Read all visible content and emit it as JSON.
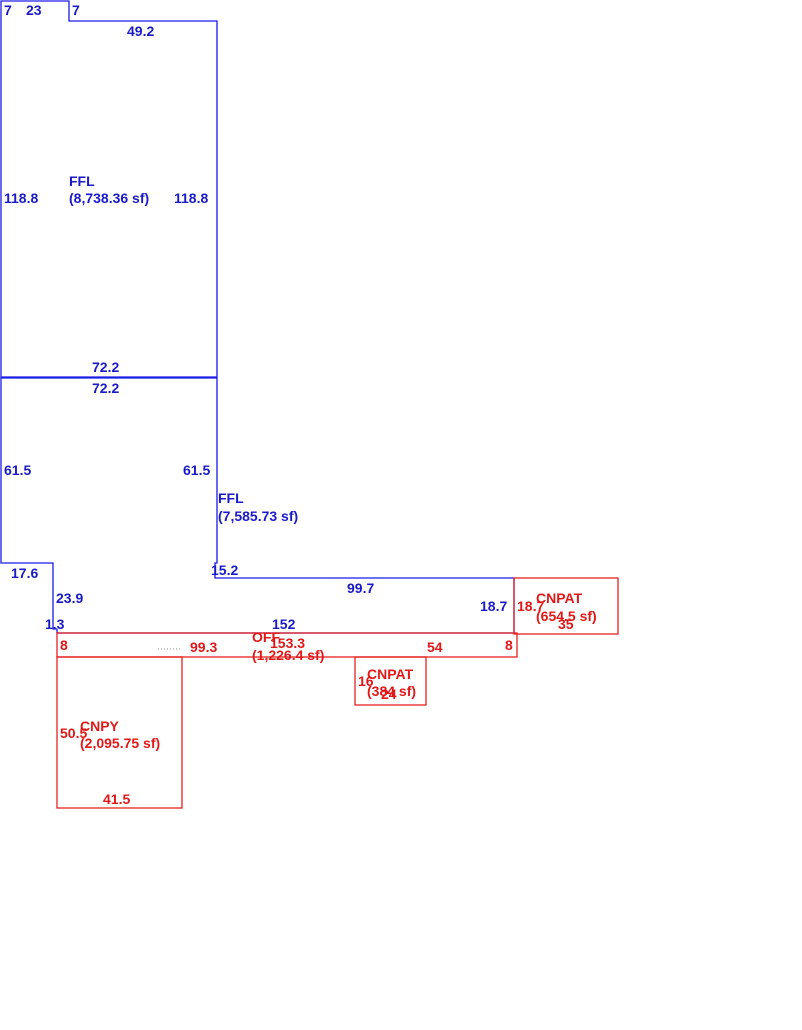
{
  "colors": {
    "living": "#1a1ae6",
    "other": "#e62020"
  },
  "areas": {
    "ffl_upper": {
      "name": "FFL",
      "area": "(8,738.36 sf)"
    },
    "ffl_lower": {
      "name": "FFL",
      "area": "(7,585.73 sf)"
    },
    "cnpat_right": {
      "name": "CNPAT",
      "area": "(654.5 sf)"
    },
    "off": {
      "name": "OFF",
      "area": "(1,226.4 sf)"
    },
    "cnpat_small": {
      "name": "CNPAT",
      "area": "(384 sf)"
    },
    "cnpy": {
      "name": "CNPY",
      "area": "(2,095.75 sf)"
    }
  },
  "dimensions": {
    "top_left_7": "7",
    "top_23": "23",
    "top_right_7": "7",
    "upper_top": "49.2",
    "upper_left": "118.8",
    "upper_right": "118.8",
    "upper_bottom": "72.2",
    "lower_top": "72.2",
    "lower_left": "61.5",
    "lower_right": "61.5",
    "lower_step_17_6": "17.6",
    "lower_step_23_9": "23.9",
    "lower_step_1_3": "1.3",
    "lower_step_15_2": "15.2",
    "lower_wing_top": "99.7",
    "lower_wing_right": "18.7",
    "lower_bottom": "152",
    "cnpat_right_left": "18.7",
    "cnpat_right_bottom": "35",
    "off_left": "8",
    "off_bottom_left": "99.3",
    "off_top": "153.3",
    "off_bottom_right": "54",
    "off_right": "8",
    "cnpat_small_left": "16",
    "cnpat_small_bottom": "24",
    "cnpy_left": "50.5",
    "cnpy_bottom": "41.5"
  }
}
